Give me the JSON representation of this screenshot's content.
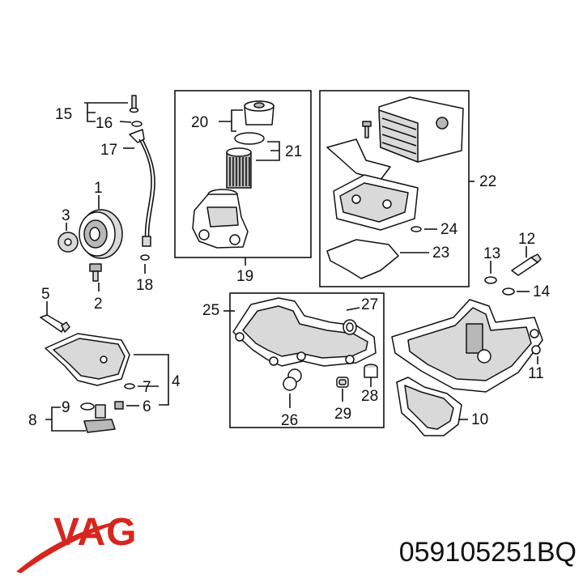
{
  "labels": {
    "l1": "1",
    "l2": "2",
    "l3": "3",
    "l4": "4",
    "l5": "5",
    "l6": "6",
    "l7": "7",
    "l8": "8",
    "l9": "9",
    "l10": "10",
    "l11": "11",
    "l12": "12",
    "l13": "13",
    "l14": "14",
    "l15": "15",
    "l16": "16",
    "l17": "17",
    "l18": "18",
    "l19": "19",
    "l20": "20",
    "l21": "21",
    "l22": "22",
    "l23": "23",
    "l24": "24",
    "l25": "25",
    "l26": "26",
    "l27": "27",
    "l28": "28",
    "l29": "29"
  },
  "brand": {
    "name": "VAG",
    "color": "#d6261d"
  },
  "part_number": "059105251BQ"
}
